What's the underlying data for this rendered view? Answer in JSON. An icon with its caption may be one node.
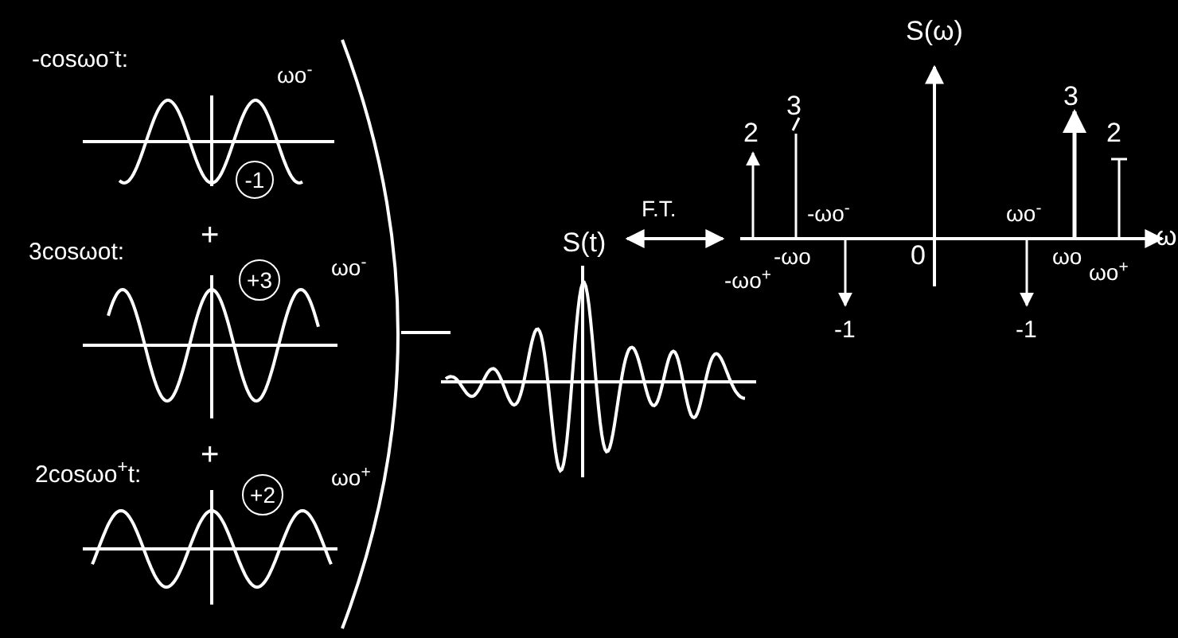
{
  "diagram": {
    "nodes": [
      {
        "text": [
          "S(t)"
        ]
      },
      {
        "text": [
          "S(ω)"
        ]
      },
      {
        "text": [
          "-1"
        ]
      },
      {
        "text": [
          "+3"
        ]
      },
      {
        "text": [
          "+2"
        ]
      }
    ],
    "edges": [
      {
        "from": 0,
        "to": 1,
        "arrow": "both",
        "label": "F.T."
      }
    ],
    "labels": [
      "-cosωo$^{-}$t:",
      "ωo$^{-}$",
      "+",
      "3cosωot:",
      "ωo$^{-}$",
      "+",
      "2cosωo$^{+}$t:",
      "ωo$^{+}$",
      "3",
      "2",
      "3",
      "2",
      "-ωo$^{-}$",
      "ωo$^{-}$",
      "ω",
      "-ωo",
      "0",
      "ωo",
      "-ωo$^{+}$",
      "ωo$^{+}$",
      "-1",
      "-1"
    ]
  }
}
